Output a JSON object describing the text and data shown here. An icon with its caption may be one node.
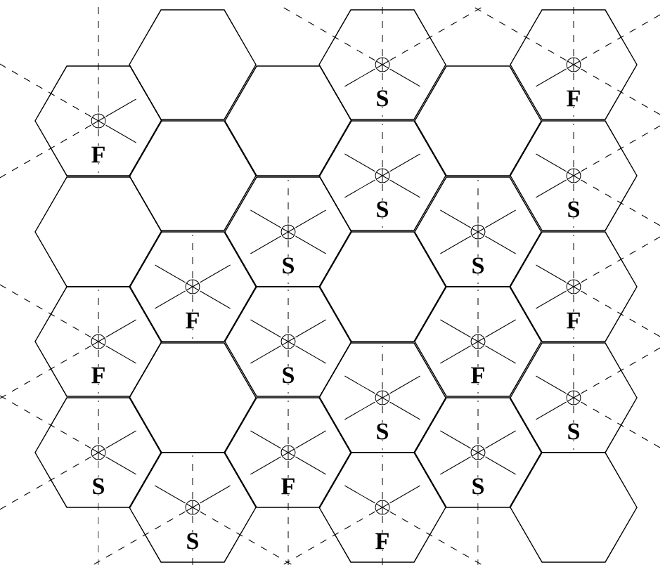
{
  "diagram": {
    "nodes": [
      {
        "text": [],
        "shape": "hexagon"
      },
      {
        "text": [
          "S"
        ]
      },
      {
        "text": [
          "F"
        ]
      },
      {
        "text": [
          "F"
        ]
      },
      {
        "text": [],
        "shape": "hexagon"
      },
      {
        "text": [],
        "shape": "hexagon"
      },
      {
        "text": [],
        "shape": "hexagon"
      },
      {
        "text": [
          "S"
        ]
      },
      {
        "text": [
          "S"
        ]
      },
      {
        "text": [],
        "shape": "hexagon"
      },
      {
        "text": [
          "S"
        ]
      },
      {
        "text": [
          "S"
        ]
      },
      {
        "text": [
          "F"
        ]
      },
      {
        "text": [],
        "shape": "hexagon"
      },
      {
        "text": [
          "F"
        ]
      },
      {
        "text": [
          "F"
        ]
      },
      {
        "text": [
          "S"
        ]
      },
      {
        "text": [
          "F"
        ]
      },
      {
        "text": [],
        "shape": "hexagon"
      },
      {
        "text": [
          "S"
        ]
      },
      {
        "text": [
          "S"
        ]
      },
      {
        "text": [
          "S"
        ]
      },
      {
        "text": [
          "F"
        ]
      },
      {
        "text": [
          "S"
        ]
      },
      {
        "text": [
          "S"
        ]
      },
      {
        "text": [
          "F"
        ]
      },
      {
        "text": [],
        "shape": "hexagon"
      }
    ]
  }
}
